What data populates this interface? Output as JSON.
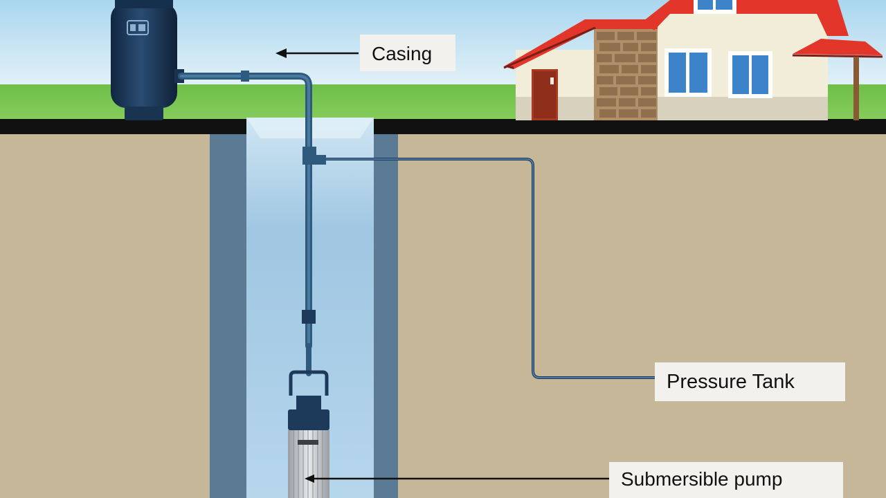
{
  "labels": {
    "casing": "Casing",
    "pressure_tank": "Pressure Tank",
    "submersible_pump": "Submersible pump"
  },
  "colors": {
    "sky": "#bfe0f0",
    "grass": "#7dc456",
    "soil": "#c7b799",
    "ground_line": "#111111",
    "casing_wall": "#5b7a93",
    "water": "#a9cde6",
    "pipe": "#2e5a7e",
    "tank": "#1d3a5a",
    "roof": "#e2362a",
    "wall": "#f2edd9",
    "stone": "#b08e68",
    "window": "#3d83c9"
  },
  "icons": [
    "arrow-left-icon",
    "house-illustration",
    "pressure-tank-illustration",
    "submersible-pump-illustration"
  ]
}
